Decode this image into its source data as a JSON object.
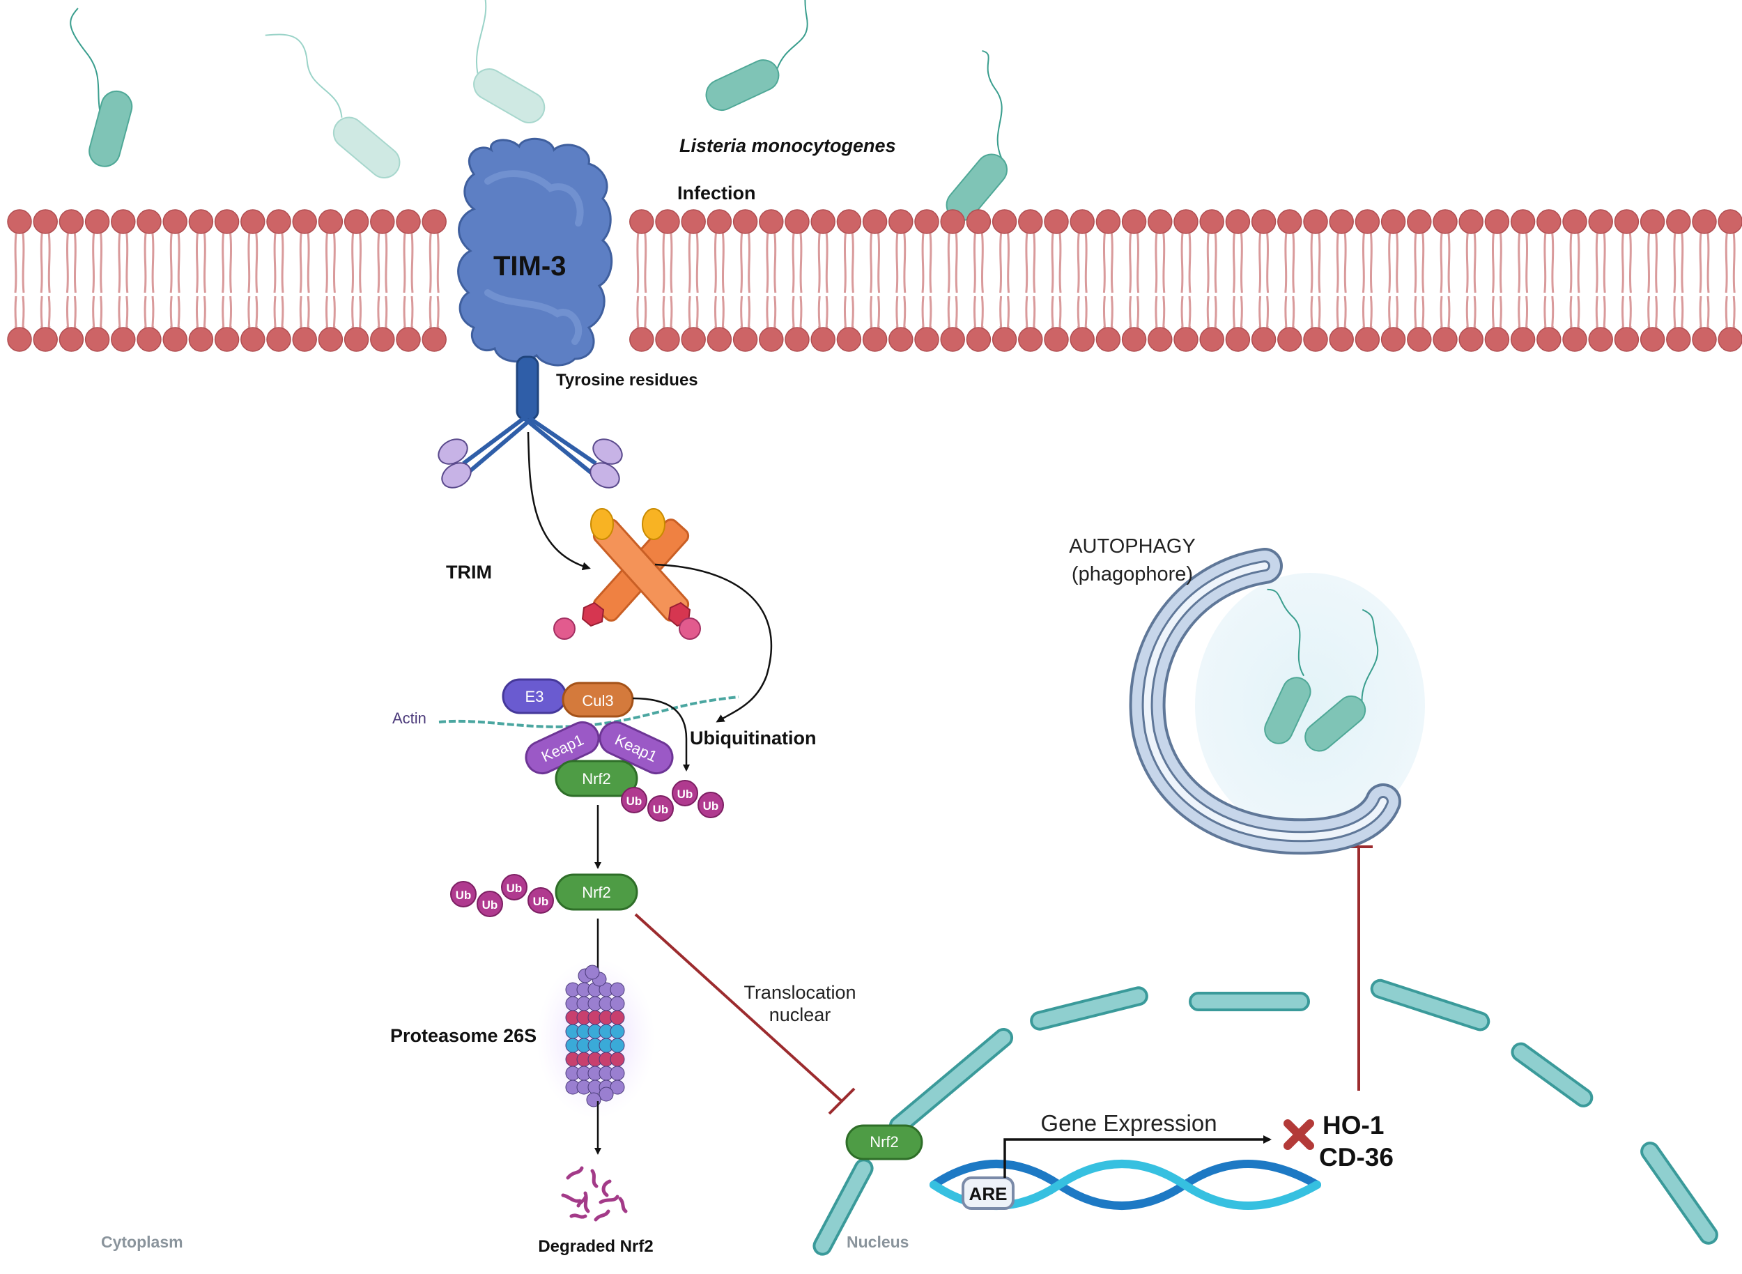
{
  "labels": {
    "bacterium": "Listeria monocytogenes",
    "infection": "Infection",
    "tim3": "TIM-3",
    "tyrosine": "Tyrosine residues",
    "trim": "TRIM",
    "e3": "E3",
    "cul3": "Cul3",
    "actin": "Actin",
    "keap1_left": "Keap1",
    "keap1_right": "Keap1",
    "nrf2_complex": "Nrf2",
    "ubiquitination": "Ubiquitination",
    "ub": "Ub",
    "nrf2_ub": "Nrf2",
    "proteasome": "Proteasome 26S",
    "degraded": "Degraded Nrf2",
    "cytoplasm": "Cytoplasm",
    "translocation_line1": "Translocation",
    "translocation_line2": "nuclear",
    "nrf2_nucleus": "Nrf2",
    "nucleus": "Nucleus",
    "gene_expression": "Gene Expression",
    "are": "ARE",
    "ho1": "HO-1",
    "cd36": "CD-36",
    "autophagy_line1": "AUTOPHAGY",
    "autophagy_line2": "(phagophore)"
  },
  "colors": {
    "membrane_head": "#cd6466",
    "membrane_tail": "#d99a9b",
    "tim3": "#5a7bbf",
    "bacteria": "#7fc4b6",
    "nrf2": "#4e9c45",
    "keap1": "#9b59c6",
    "e3": "#6a5bd0",
    "cul3": "#d47a3c",
    "ub": "#b03a8f",
    "trim": "#ef8142",
    "inhibition": "#9c2b2e",
    "nucleus": "#8fcfcf",
    "dna": "#2aa6d6",
    "phagophore": "#a9bedb"
  }
}
